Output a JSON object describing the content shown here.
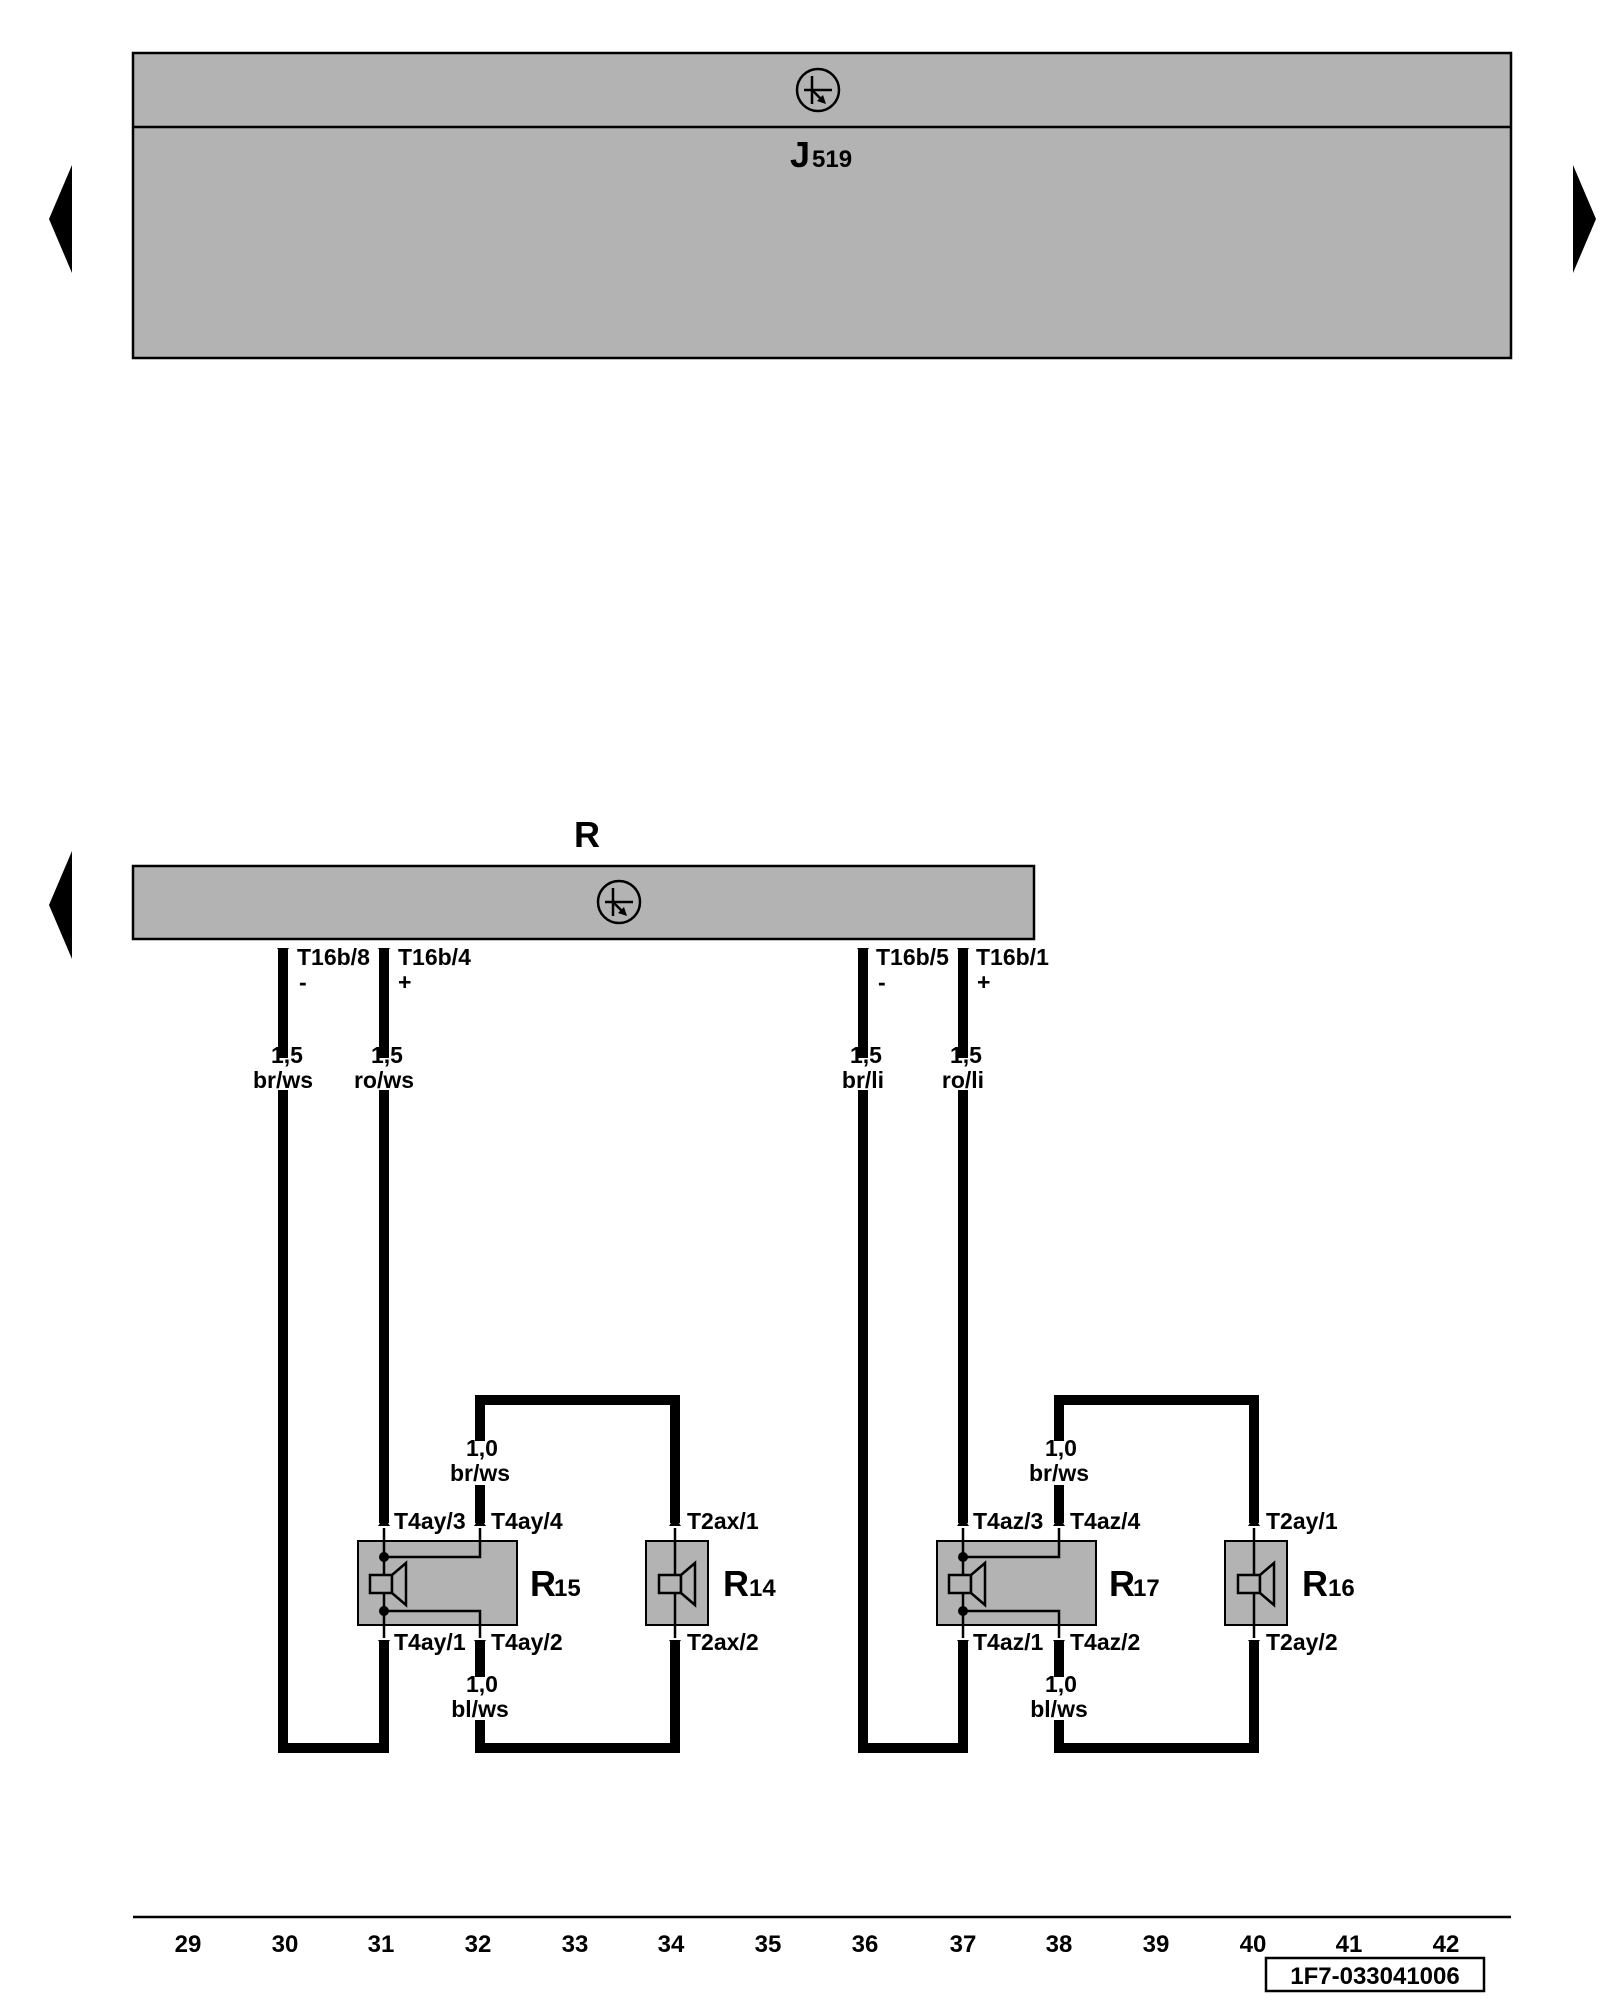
{
  "modules": {
    "j519_prefix": "J",
    "j519_sub": "519",
    "r_label": "R"
  },
  "pins": {
    "t16b_8": "T16b/8",
    "t16b_4": "T16b/4",
    "t16b_5": "T16b/5",
    "t16b_1": "T16b/1",
    "t4ay_3": "T4ay/3",
    "t4ay_4": "T4ay/4",
    "t4ay_1": "T4ay/1",
    "t4ay_2": "T4ay/2",
    "t2ax_1": "T2ax/1",
    "t2ax_2": "T2ax/2",
    "t4az_3": "T4az/3",
    "t4az_4": "T4az/4",
    "t4az_1": "T4az/1",
    "t4az_2": "T4az/2",
    "t2ay_1": "T2ay/1",
    "t2ay_2": "T2ay/2"
  },
  "polarity": {
    "minus": "-",
    "plus": "+"
  },
  "wires": [
    {
      "size": "1,5",
      "color": "br/ws"
    },
    {
      "size": "1,5",
      "color": "ro/ws"
    },
    {
      "size": "1,5",
      "color": "br/li"
    },
    {
      "size": "1,5",
      "color": "ro/li"
    },
    {
      "size": "1,0",
      "color": "br/ws"
    },
    {
      "size": "1,0",
      "color": "bl/ws"
    },
    {
      "size": "1,0",
      "color": "br/ws"
    },
    {
      "size": "1,0",
      "color": "bl/ws"
    }
  ],
  "components": {
    "r15": {
      "prefix": "R",
      "sub": "15"
    },
    "r14": {
      "prefix": "R",
      "sub": "14"
    },
    "r17": {
      "prefix": "R",
      "sub": "17"
    },
    "r16": {
      "prefix": "R",
      "sub": "16"
    }
  },
  "footer": {
    "tracks": [
      "29",
      "30",
      "31",
      "32",
      "33",
      "34",
      "35",
      "36",
      "37",
      "38",
      "39",
      "40",
      "41",
      "42"
    ],
    "doc_code": "1F7-033041006"
  },
  "nav": {
    "prev_icon": "triangle-left-icon",
    "next_icon": "triangle-right-icon",
    "ground_symbol": "ground-transistor-icon"
  },
  "colors": {
    "module_fill": "#b3b3b3",
    "wire": "#000000",
    "background": "#ffffff"
  }
}
